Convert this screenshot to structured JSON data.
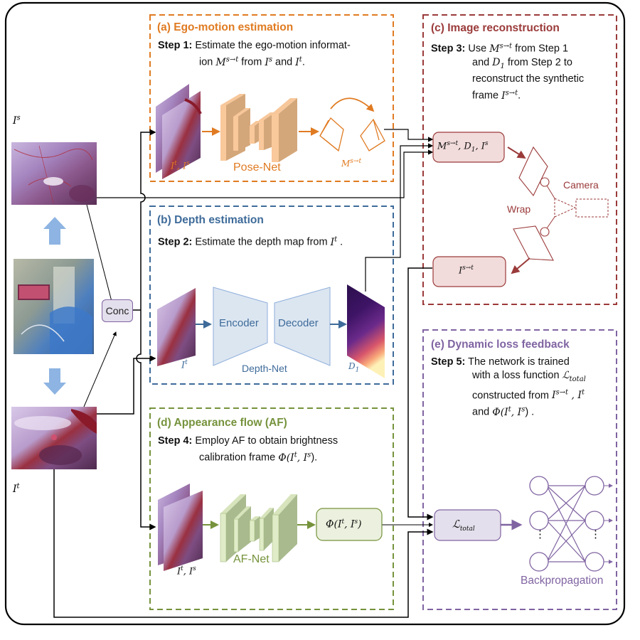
{
  "figure": {
    "inputs": {
      "source_label": "I",
      "source_sup": "s",
      "target_label": "I",
      "target_sup": "t",
      "conc_label": "Conc",
      "source_image": "laparoscopic-frame-source",
      "target_image": "laparoscopic-frame-target",
      "or_image": "operating-room-photo"
    },
    "panel_a": {
      "title": "(a) Ego-motion estimation",
      "step_label": "Step 1:",
      "step_line1": "Estimate the ego-motion informat-",
      "step_line2_prefix": "ion ",
      "step_line2_m": "M",
      "step_line2_msup": "s→t",
      "step_line2_mid": " from ",
      "step_line2_i1": "I",
      "step_line2_i1sup": "s",
      "step_line2_and": " and ",
      "step_line2_i2": "I",
      "step_line2_i2sup": "t",
      "step_line2_end": ".",
      "input_caption": "I",
      "input_caption_sup1": "t",
      "input_caption_sep": ", I",
      "input_caption_sup2": "s",
      "net_label": "Pose-Net",
      "output_label": "M",
      "output_sup": "s→t",
      "color": "#e07b22"
    },
    "panel_b": {
      "title": "(b) Depth estimation",
      "step_label": "Step 2:",
      "step_text": "Estimate the depth map from ",
      "step_i": "I",
      "step_isup": "t",
      "step_end": " .",
      "input_caption": "I",
      "input_caption_sup": "t",
      "encoder_label": "Encoder",
      "decoder_label": "Decoder",
      "net_label": "Depth-Net",
      "output_label": "D",
      "output_sub": "1",
      "color": "#3e6b9a"
    },
    "panel_c": {
      "title": "(c) Image reconstruction",
      "step_label": "Step 3:",
      "step_line1_prefix": "Use ",
      "step_line1_m": "M",
      "step_line1_msup": "s→t",
      "step_line1_suffix": " from Step 1",
      "step_line2_prefix": "and ",
      "step_line2_d": "D",
      "step_line2_dsub": "1",
      "step_line2_suffix": " from Step 2 to",
      "step_line3": "reconstruct the synthetic",
      "step_line4_prefix": "frame ",
      "step_line4_i": "I",
      "step_line4_isup": "s→t",
      "step_line4_end": ".",
      "input_box_m": "M",
      "input_box_msup": "s→t",
      "input_box_d": ", D",
      "input_box_dsub": "1",
      "input_box_i": ", I",
      "input_box_isup": "s",
      "output_box_i": "I",
      "output_box_isup": "s→t",
      "wrap_label": "Wrap",
      "camera_label": "Camera",
      "color": "#9b3a3a"
    },
    "panel_d": {
      "title": "(d) Appearance flow (AF)",
      "step_label": "Step 4:",
      "step_line1": "Employ AF to obtain brightness",
      "step_line2_prefix": "calibration frame ",
      "step_line2_phi": "Φ(I",
      "step_line2_sup1": "t",
      "step_line2_mid": ", I",
      "step_line2_sup2": "s",
      "step_line2_end": ").",
      "input_caption": "I",
      "input_caption_sup1": "t",
      "input_caption_sep": ", I",
      "input_caption_sup2": "s",
      "net_label": "AF-Net",
      "output_phi": "Φ(I",
      "output_sup1": "t",
      "output_mid": ", I",
      "output_sup2": "s",
      "output_end": ")",
      "color": "#76933c"
    },
    "panel_e": {
      "title": "(e) Dynamic loss feedback",
      "step_label": "Step 5:",
      "step_line1": "The network is trained",
      "step_line2_prefix": "with a loss function ",
      "step_line2_l": "ℒ",
      "step_line2_lsub": "total",
      "step_line3_prefix": "constructed from ",
      "step_line3_i1": "I",
      "step_line3_i1sup": "s→t",
      "step_line3_mid": " , I",
      "step_line3_i2sup": "t",
      "step_line4_prefix": "and ",
      "step_line4_phi": "Φ(I",
      "step_line4_sup1": "t",
      "step_line4_mid": ", I",
      "step_line4_sup2": "s",
      "step_line4_end": ") .",
      "loss_l": "ℒ",
      "loss_sub": "total",
      "backprop_label": "Backpropagation",
      "ellipsis": "⋮",
      "color": "#8064a2"
    }
  }
}
